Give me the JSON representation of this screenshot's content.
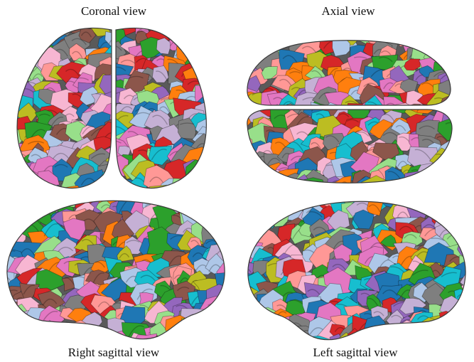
{
  "panels": {
    "coronal": {
      "caption": "Coronal view"
    },
    "axial": {
      "caption": "Axial view"
    },
    "right_sagittal": {
      "caption": "Right sagittal view"
    },
    "left_sagittal": {
      "caption": "Left sagittal view"
    }
  },
  "palette": [
    "#1f77b4",
    "#e377c2",
    "#ff7f0e",
    "#2ca02c",
    "#d62728",
    "#9467bd",
    "#8c564b",
    "#17becf",
    "#bcbd22",
    "#7f7f7f",
    "#f7b6d2",
    "#c5b0d5",
    "#98df8a",
    "#ff9896",
    "#aec7e8"
  ]
}
